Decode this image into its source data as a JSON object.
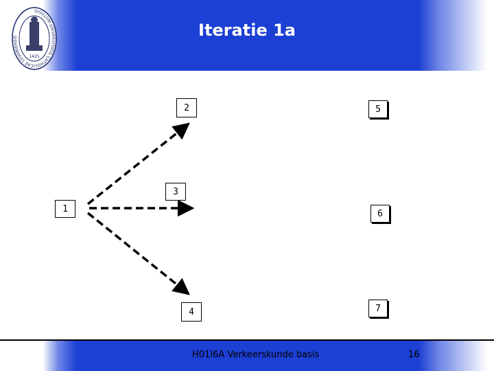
{
  "slide": {
    "title": "Iteratie 1a"
  },
  "nodes": {
    "n1": "1",
    "n2": "2",
    "n3": "3",
    "n4": "4",
    "n5": "5",
    "n6": "6",
    "n7": "7"
  },
  "seal": {
    "text": "SIGILLUM UNIVERSITATIS CATHOLICAE LOVANIENSIS",
    "year": "1425"
  },
  "footer": {
    "course": "H01I6A Verkeerskunde basis",
    "page": "16"
  },
  "colors": {
    "band": "#1c3fd4",
    "title_text": "#ffffff"
  }
}
